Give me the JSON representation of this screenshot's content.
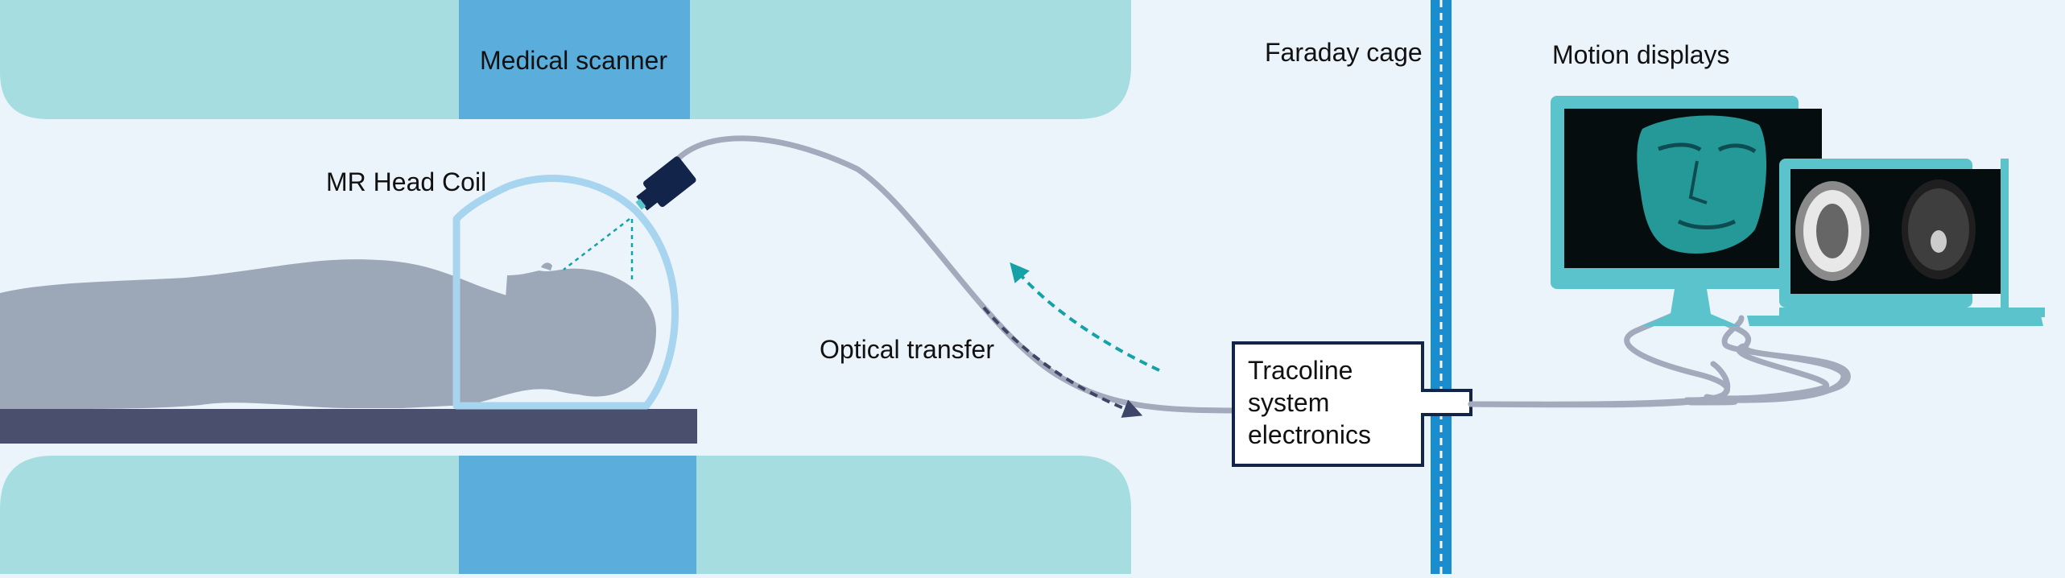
{
  "labels": {
    "scanner": "Medical scanner",
    "head_coil": "MR Head Coil",
    "optical_transfer": "Optical transfer",
    "faraday_cage": "Faraday cage",
    "motion_displays": "Motion displays",
    "electronics_line1": "Tracoline",
    "electronics_line2": "system",
    "electronics_line3": "electronics"
  },
  "colors": {
    "background": "#ebf4fa",
    "scanner_body": "#a6dde0",
    "scanner_band": "#5baedb",
    "patient": "#9ca8b8",
    "table": "#4b4f6e",
    "coil": "#a7d4ee",
    "cable": "#a2aabb",
    "camera": "#12244a",
    "faraday": "#1a8dce",
    "monitor": "#5bc3cc",
    "arrow_teal": "#16a1a7",
    "arrow_navy": "#3e4668",
    "box_border": "#12244a"
  },
  "icons": [
    "camera-icon",
    "monitor-icon",
    "laptop-icon",
    "patient-icon",
    "arrow-icon"
  ]
}
